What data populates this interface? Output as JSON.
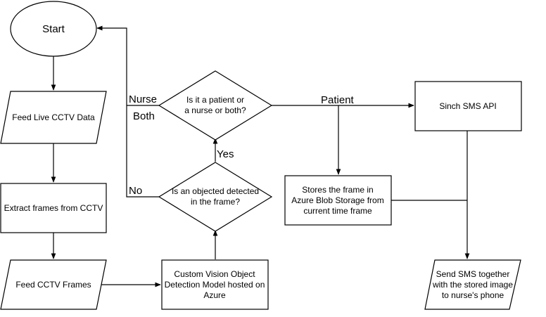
{
  "nodes": {
    "start": "Start",
    "feed_live": "Feed Live CCTV Data",
    "extract": "Extract frames from CCTV",
    "feed_frames": "Feed CCTV Frames",
    "custom_vision": [
      "Custom Vision Object",
      "Detection Model hosted on",
      "Azure"
    ],
    "object_detected": [
      "Is an objected detected",
      "in the frame?"
    ],
    "patient_or_nurse": [
      "Is it a patient or",
      "a nurse or both?"
    ],
    "sinch": "Sinch SMS API",
    "store_frame": [
      "Stores the frame in",
      "Azure Blob Storage from",
      "current time frame"
    ],
    "send_sms": [
      "Send SMS together",
      "with the stored image",
      "to nurse's phone"
    ]
  },
  "edge_labels": {
    "nurse": "Nurse",
    "both": "Both",
    "no": "No",
    "yes": "Yes",
    "patient": "Patient"
  }
}
